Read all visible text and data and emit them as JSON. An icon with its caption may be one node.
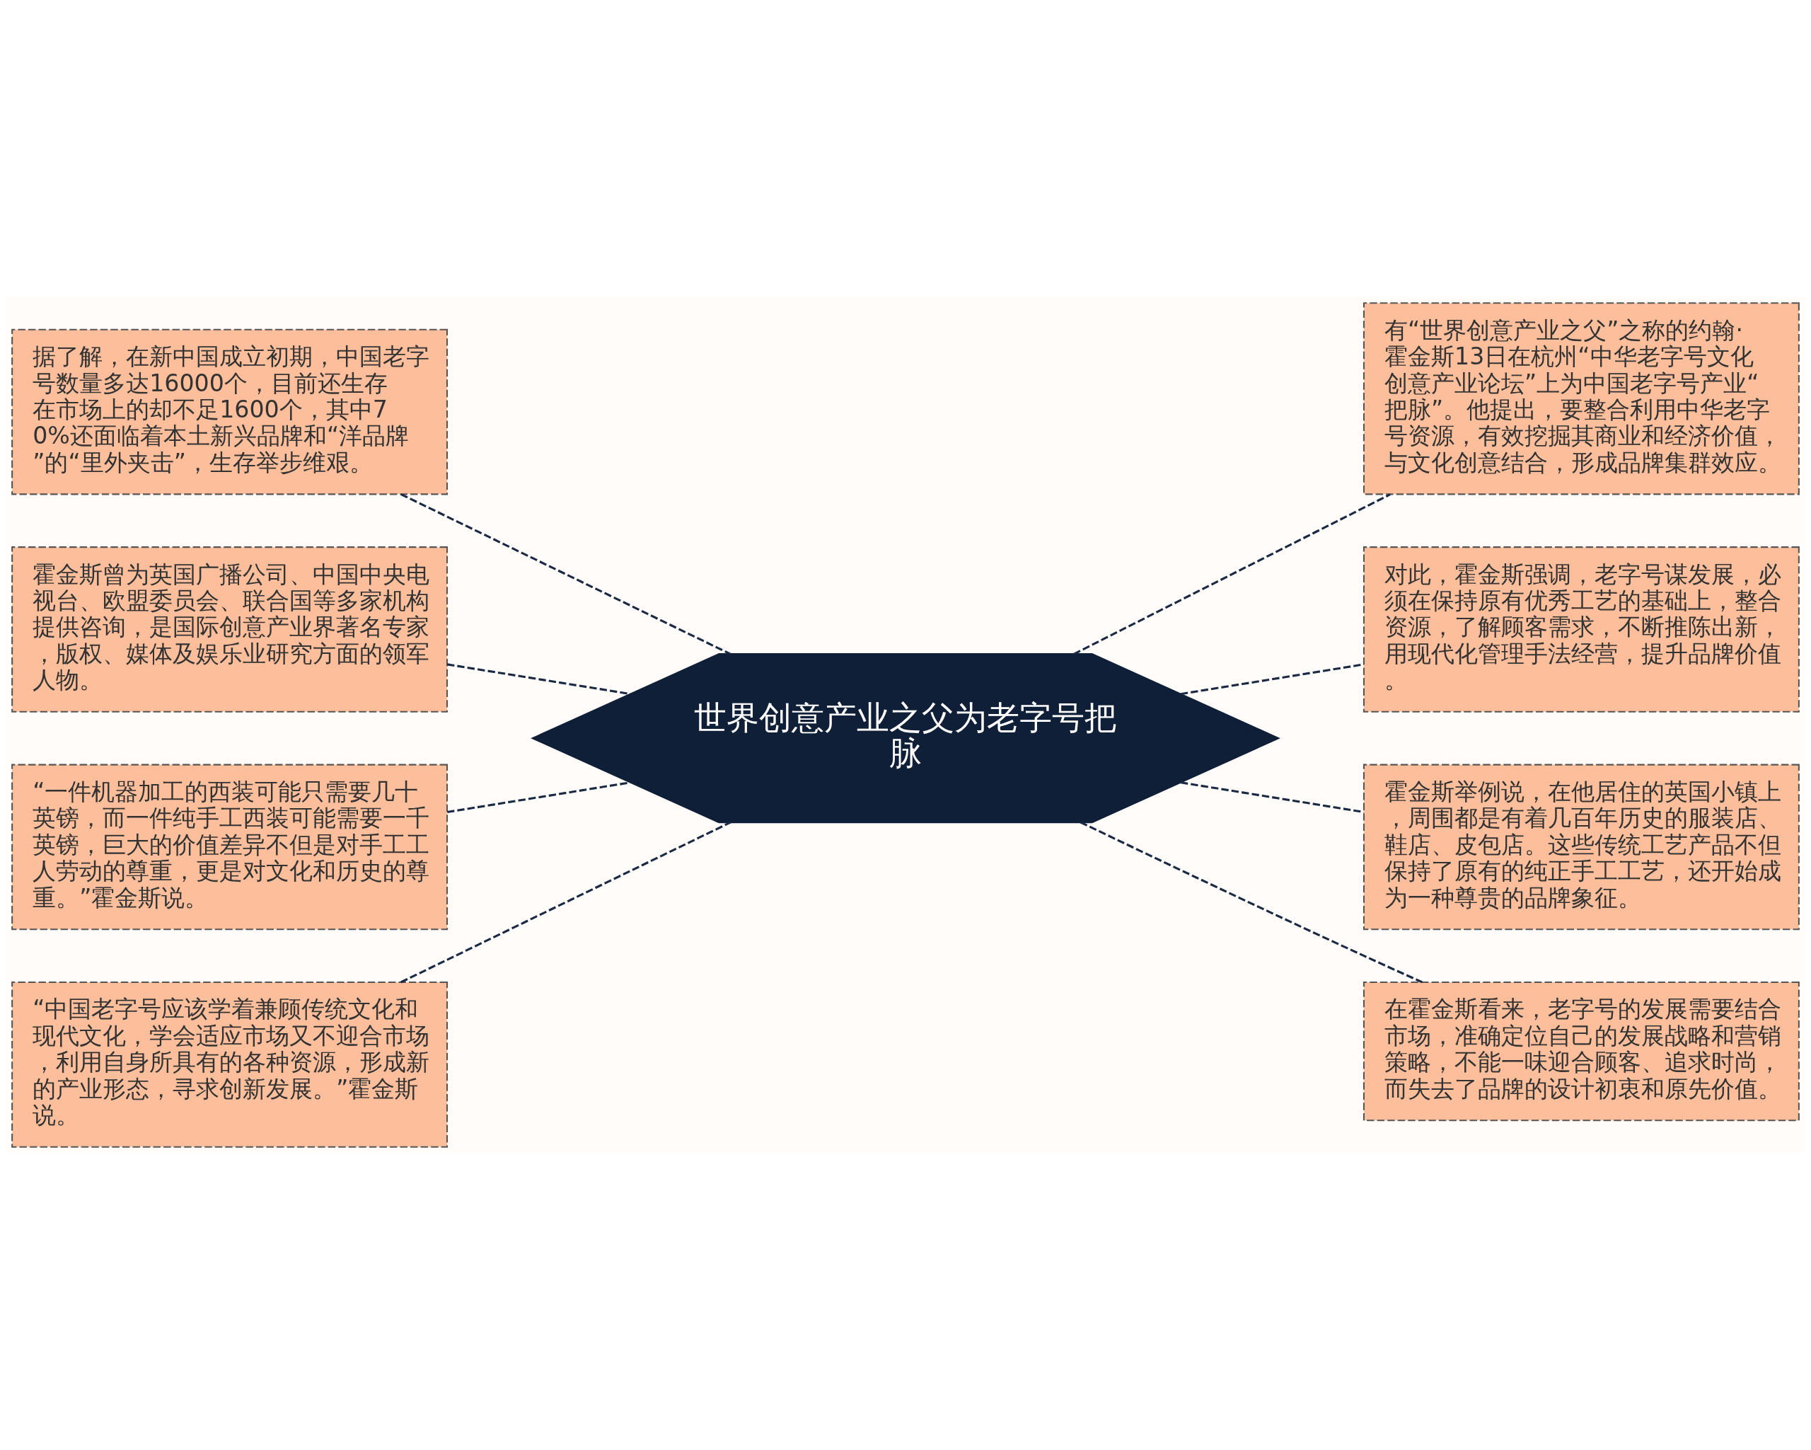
{
  "diagram": {
    "nodes": [
      {
        "text": [
          "世界创意产业之父为老字号把脉"
        ]
      },
      {
        "text": [
          "据了解，在新中国成立初期，中国老字号数量多达16000个，目前还生存在市场上的却不足1600个，其中70%还面临着本土新兴品牌和“洋品牌”的“里外夹击”，生存举步维艰。"
        ]
      },
      {
        "text": [
          "霍金斯曾为英国广播公司、中国中央电视台、欧盟委员会、联合国等多家机构提供咨询，是国际创意产业界著名专家，版权、媒体及娱乐业研究方面的领军人物。"
        ]
      },
      {
        "text": [
          "“一件机器加工的西装可能只需要几十英镑，而一件纯手工西装可能需要一千英镑，巨大的价值差异不但是对手工工人劳动的尊重，更是对文化和历史的尊重。”霍金斯说。"
        ]
      },
      {
        "text": [
          "“中国老字号应该学着兼顾传统文化和现代文化，学会适应市场又不迎合市场，利用自身所具有的各种资源，形成新的产业形态，寻求创新发展。”霍金斯说。"
        ]
      },
      {
        "text": [
          "有“世界创意产业之父”之称的约翰·霍金斯13日在杭州“中华老字号文化创意产业论坛”上为中国老字号产业“把脉”。他提出，要整合利用中华老字号资源，有效挖掘其商业和经济价值，与文化创意结合，形成品牌集群效应。"
        ]
      },
      {
        "text": [
          "对此，霍金斯强调，老字号谋发展，必须在保持原有优秀工艺的基础上，整合资源，了解顾客需求，不断推陈出新，用现代化管理手法经营，提升品牌价值。"
        ]
      },
      {
        "text": [
          "霍金斯举例说，在他居住的英国小镇上，周围都是有着几百年历史的服装店、鞋店、皮包店。这些传统工艺产品不但保持了原有的纯正手工工艺，还开始成为一种尊贵的品牌象征。"
        ]
      },
      {
        "text": [
          "在霍金斯看来，老字号的发展需要结合市场，准确定位自己的发展战略和营销策略，不能一味迎合顾客、追求时尚，而失去了品牌的设计初衷和原先价值。"
        ]
      }
    ],
    "edges": [
      {
        "from": 1,
        "to": 0,
        "arrow": "none",
        "style": "dashed"
      },
      {
        "from": 2,
        "to": 0,
        "arrow": "none",
        "style": "dashed"
      },
      {
        "from": 3,
        "to": 0,
        "arrow": "none",
        "style": "dashed"
      },
      {
        "from": 4,
        "to": 0,
        "arrow": "none",
        "style": "dashed"
      },
      {
        "from": 0,
        "to": 5,
        "arrow": "none",
        "style": "dashed"
      },
      {
        "from": 0,
        "to": 6,
        "arrow": "none",
        "style": "dashed"
      },
      {
        "from": 0,
        "to": 7,
        "arrow": "none",
        "style": "dashed"
      },
      {
        "from": 0,
        "to": 8,
        "arrow": "none",
        "style": "dashed"
      }
    ]
  }
}
